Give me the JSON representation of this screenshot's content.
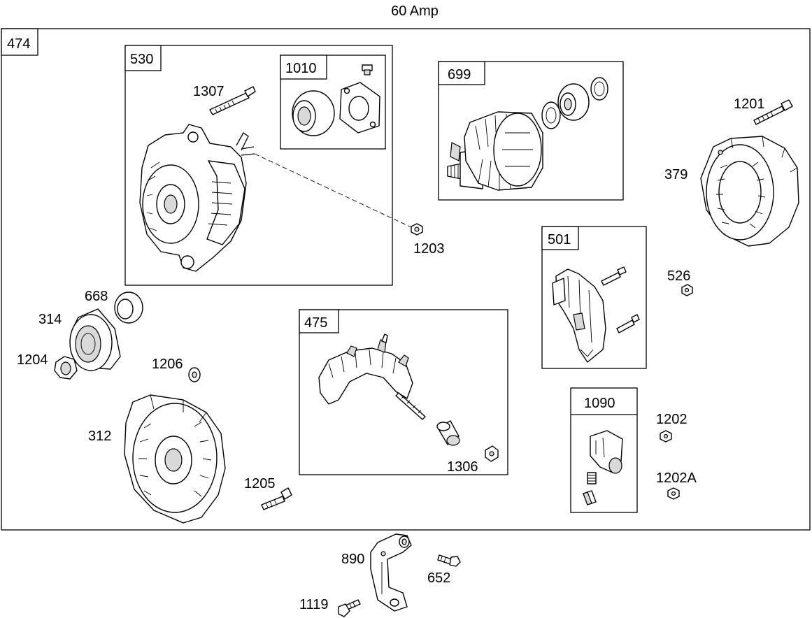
{
  "title": "60 Amp",
  "boxes": {
    "main": "474",
    "alternator": "530",
    "bearing_kit": "1010",
    "rotor": "699",
    "brush_holder": "501",
    "rectifier": "475",
    "regulator_kit": "1090"
  },
  "callouts": {
    "c1307": "1307",
    "c1203": "1203",
    "c1201": "1201",
    "c379": "379",
    "c526": "526",
    "c668": "668",
    "c314": "314",
    "c1204": "1204",
    "c1206": "1206",
    "c312": "312",
    "c1205": "1205",
    "c1306": "1306",
    "c1202": "1202",
    "c1202A": "1202A",
    "c890": "890",
    "c652": "652",
    "c1119": "1119"
  }
}
